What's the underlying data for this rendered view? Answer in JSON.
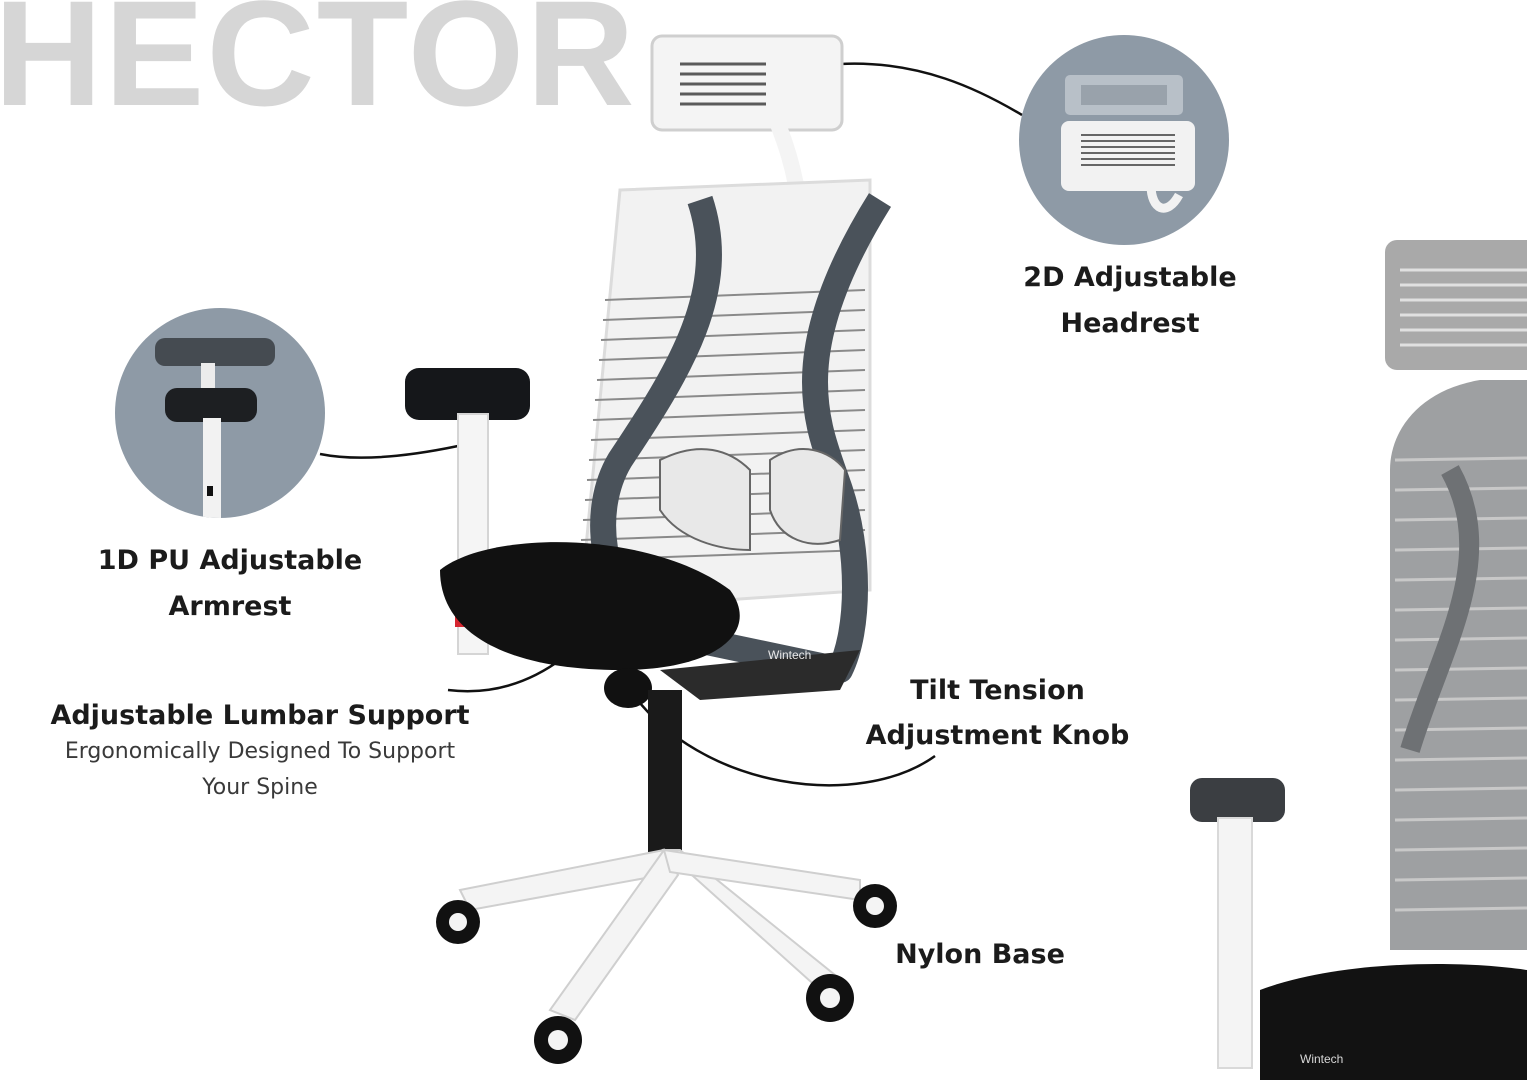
{
  "brand": {
    "title": "HECTOR",
    "logo_text": "Wintech"
  },
  "features": {
    "headrest": {
      "line1": "2D Adjustable",
      "line2": "Headrest",
      "icon": "headrest-icon"
    },
    "armrest": {
      "line1": "1D PU Adjustable",
      "line2": "Armrest",
      "icon": "armrest-icon"
    },
    "lumbar": {
      "title": "Adjustable Lumbar Support",
      "desc1": "Ergonomically Designed To Support",
      "desc2": "Your Spine"
    },
    "tilt": {
      "line1": "Tilt Tension",
      "line2": "Adjustment Knob"
    },
    "base": {
      "label": "Nylon Base"
    }
  },
  "colors": {
    "circle_bg": "#8e9aa6",
    "frame": "#4a525a",
    "seat": "#111111",
    "title": "#d6d6d6"
  }
}
